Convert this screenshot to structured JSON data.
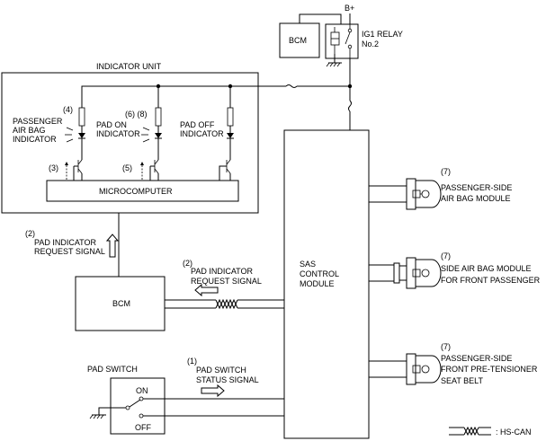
{
  "power": {
    "b_plus": "B+",
    "bcm_top": "BCM",
    "relay_line1": "IG1 RELAY",
    "relay_line2": "No.2"
  },
  "indicator_unit": {
    "title": "INDICATOR UNIT",
    "passenger_num": "(4)",
    "passenger_line1": "PASSENGER",
    "passenger_line2": "AIR BAG",
    "passenger_line3": "INDICATOR",
    "pad_on_num": "(6) (8)",
    "pad_on_line1": "PAD ON",
    "pad_on_line2": "INDICATOR",
    "pad_off_line1": "PAD OFF",
    "pad_off_line2": "INDICATOR",
    "num3": "(3)",
    "num5": "(5)",
    "microcomputer": "MICROCOMPUTER"
  },
  "signals": {
    "pad_req_left_num": "(2)",
    "pad_req_left_line1": "PAD INDICATOR",
    "pad_req_left_line2": "REQUEST  SIGNAL",
    "pad_req_mid_num": "(2)",
    "pad_req_mid_line1": "PAD INDICATOR",
    "pad_req_mid_line2": "REQUEST  SIGNAL",
    "pad_switch_num": "(1)",
    "pad_switch_line1": "PAD SWITCH",
    "pad_switch_line2": "STATUS SIGNAL"
  },
  "bcm": {
    "label": "BCM"
  },
  "sas": {
    "line1": "SAS",
    "line2": "CONTROL",
    "line3": "MODULE"
  },
  "modules": [
    {
      "num": "(7)",
      "line1": "PASSENGER-SIDE",
      "line2": "AIR BAG MODULE",
      "line3": ""
    },
    {
      "num": "(7)",
      "line1": "SIDE AIR BAG MODULE",
      "line2": "FOR FRONT PASSENGER",
      "line3": ""
    },
    {
      "num": "(7)",
      "line1": "PASSENGER-SIDE",
      "line2": "FRONT PRE-TENSIONER",
      "line3": "SEAT BELT"
    }
  ],
  "pad_switch": {
    "title": "PAD SWITCH",
    "on": "ON",
    "off": "OFF"
  },
  "legend": {
    "label": ": HS-CAN"
  }
}
